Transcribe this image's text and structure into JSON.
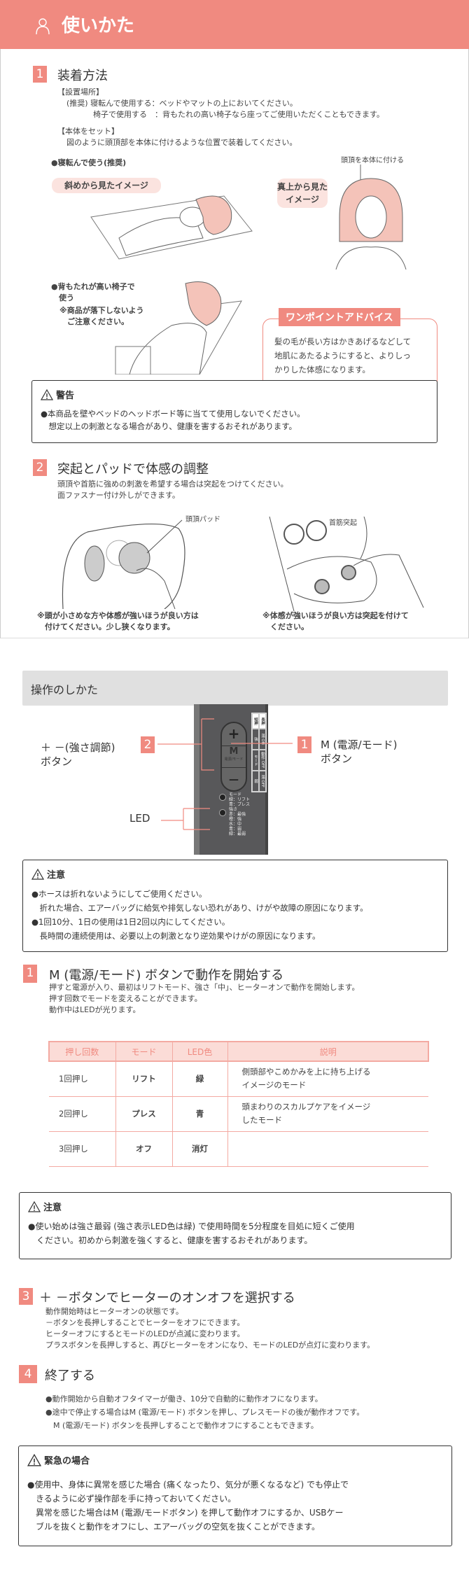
{
  "header": {
    "title": "使いかた",
    "icon": "person-icon",
    "color": "#f08a80"
  },
  "step1": {
    "num": "1",
    "title": "装着方法",
    "place_label": "【設置場所】",
    "place_line1": "(推奨) 寝転んで使用する：ベッドやマットの上においてください。",
    "place_line2": "椅子で使用する　：背もたれの高い椅子なら座ってご使用いただくこともできます。",
    "set_label": "【本体をセット】",
    "set_line": "図のように頭頂部を本体に付けるような位置で装着してください。",
    "lying_label": "●寝転んで使う(推奨)",
    "diag_label": "斜めから見たイメージ",
    "top_label": "真上から見た\nイメージ",
    "head_label": "頭頂を本体に付ける",
    "chair_label": "●背もたれが高い椅子で\n　使う",
    "chair_note": "※商品が落下しないよう\n　ご注意ください。",
    "advice": {
      "title": "ワンポイントアドバイス",
      "body": "髪の毛が長い方はかきあげるなどして\n地肌にあたるようにすると、よりしっ\nかりした体感になります。"
    },
    "warning": {
      "title": "警告",
      "body": "●本商品を壁やベッドのヘッドボード等に当てて使用しないでください。\n　想定以上の刺激となる場合があり、健康を害するおそれがあります。"
    }
  },
  "step2": {
    "num": "2",
    "title": "突起とパッドで体感の調整",
    "text": "頭頂や首筋に強めの刺激を希望する場合は突起をつけてください。\n面ファスナー付け外しができます。",
    "pad_label": "頭頂パッド",
    "bump_label": "首筋突起",
    "note_left": "※頭が小さめな方や体感が強いほうが良い方は\n　付けてください。少し狭くなります。",
    "note_right": "※体感が強いほうが良い方は突起を付けて\n　ください。"
  },
  "operation": {
    "title": "操作のしかた",
    "btn2_num": "2",
    "btn2_label": "＋ －(強さ調節)\nボタン",
    "btn1_num": "1",
    "btn1_label": "M (電源/モード)\nボタン",
    "led_label": "LED",
    "remote": {
      "plus": "+",
      "m": "M",
      "m_sub": "電源/モード",
      "minus": "—",
      "side_top": [
        "短押",
        "長押"
      ],
      "side": [
        "強",
        "温 ON",
        "モード",
        "動作 OFF",
        "弱",
        "温 OFF"
      ],
      "led1": "モード",
      "led1_sub": "緑：リフト\n青：プレス",
      "led2": "強さ",
      "led2_sub": "赤：最強\n橙：強\n水：中\n青：弱\n緑：最弱"
    }
  },
  "caution1": {
    "title": "注意",
    "body": "●ホースは折れないようにしてご使用ください。\n　折れた場合、エアーバッグに給気や排気しない恐れがあり、けがや故障の原因になります。\n●1回10分、1日の使用は1日2回以内にしてください。\n　長時間の連続使用は、必要以上の刺激となり逆効果やけがの原因になります。"
  },
  "opstep1": {
    "num": "1",
    "title": "M (電源/モード) ボタンで動作を開始する",
    "text": "押すと電源が入り、最初はリフトモード、強さ「中」、ヒーターオンで動作を開始します。\n押す回数でモードを変えることができます。\n動作中はLEDが光ります。",
    "table": {
      "headers": [
        "押し回数",
        "モード",
        "LED色",
        "説明"
      ],
      "rows": [
        [
          "1回押し",
          "リフト",
          "緑",
          "側頭部やこめかみを上に持ち上げる\nイメージのモード"
        ],
        [
          "2回押し",
          "プレス",
          "青",
          "頭まわりのスカルプケアをイメージ\nしたモード"
        ],
        [
          "3回押し",
          "オフ",
          "消灯",
          ""
        ]
      ]
    }
  },
  "caution2": {
    "title": "注意",
    "body": "●使い始めは強さ最弱 (強さ表示LED色は緑) で使用時間を5分程度を目処に短くご使用\n　ください。初めから刺激を強くすると、健康を害するおそれがあります。"
  },
  "opstep3": {
    "num": "3",
    "title": "＋ －ボタンでヒーターのオンオフを選択する",
    "text": "動作開始時はヒーターオンの状態です。\n－ボタンを長押しすることでヒーターをオフにできます。\nヒーターオフにするとモードのLEDが点滅に変わります。\nプラスボタンを長押しすると、再びヒーターをオンになり、モードのLEDが点灯に変わります。"
  },
  "opstep4": {
    "num": "4",
    "title": "終了する",
    "text": "●動作開始から自動オフタイマーが働き、10分で自動的に動作オフになります。\n●途中で停止する場合はM (電源/モード) ボタンを押し、プレスモードの後が動作オフです。\n　M (電源/モード) ボタンを長押しすることで動作オフにすることもできます。"
  },
  "emergency": {
    "title": "緊急の場合",
    "body": "●使用中、身体に異常を感じた場合 (痛くなったり、気分が悪くなるなど) でも停止で\n　きるように必ず操作部を手に持っておいてください。\n　異常を感じた場合はM (電源/モードボタン) を押して動作オフにするか、USBケー\n　ブルを抜くと動作をオフにし、エアーバッグの空気を抜くことができます。"
  }
}
